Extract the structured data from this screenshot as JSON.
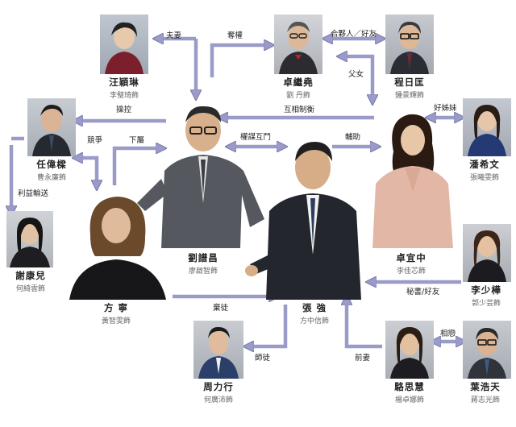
{
  "characters": {
    "wang": {
      "name": "汪穎琳",
      "actor": "李璧琦飾"
    },
    "zhuo_jixiao": {
      "name": "卓繼堯",
      "actor": "劉 丹飾"
    },
    "cheng": {
      "name": "程日匡",
      "actor": "鍾景輝飾"
    },
    "ren": {
      "name": "任偉樑",
      "actor": "曹永廉飾"
    },
    "pan": {
      "name": "潘希文",
      "actor": "張曦雯飾"
    },
    "xie": {
      "name": "謝康兒",
      "actor": "何綺雲飾"
    },
    "liu": {
      "name": "劉譜昌",
      "actor": "廖啟智飾"
    },
    "zhuo_yizhong": {
      "name": "卓宜中",
      "actor": "李佳芯飾"
    },
    "li": {
      "name": "李少樺",
      "actor": "郭少芸飾"
    },
    "fang": {
      "name": "方 寧",
      "actor": "黃智雯飾"
    },
    "zhang": {
      "name": "張 強",
      "actor": "方中信飾"
    },
    "zhou": {
      "name": "周力行",
      "actor": "何廣沛飾"
    },
    "luo": {
      "name": "駱思慧",
      "actor": "楊卓娜飾"
    },
    "ye": {
      "name": "葉浩天",
      "actor": "蔣志光飾"
    }
  },
  "relations": {
    "spouse": "夫妻",
    "power": "奪權",
    "partner": "合夥人／好友",
    "father_daughter": "父女",
    "control": "操控",
    "checks": "互相制衡",
    "sisters": "好姊妹",
    "compete": "競爭",
    "subordinate": "下屬",
    "scheme": "權謀互鬥",
    "assist": "輔助",
    "benefit": "利益輸送",
    "secretary": "秘書/好友",
    "abandoned": "棄徒",
    "disciple": "師徒",
    "ex_wife": "前妻",
    "lovers": "相戀"
  },
  "colors": {
    "arrow": "#9a9bc8",
    "arrow_edge": "#7d7eb0",
    "text": "#222222",
    "actor": "#666666"
  }
}
